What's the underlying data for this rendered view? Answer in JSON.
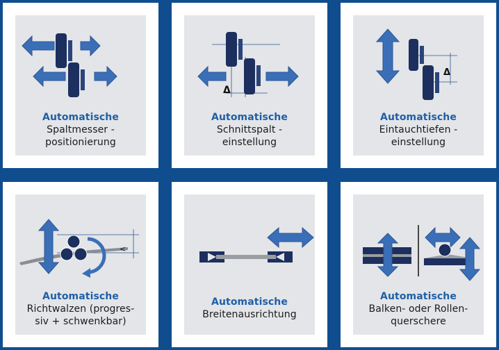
{
  "colors": {
    "background": "#0f4d8f",
    "panel": "#e3e5e8",
    "heading": "#1f5fa6",
    "arrow": "#3a6fb8",
    "roller": "#1c2f5e"
  },
  "tiles": [
    {
      "heading": "Automatische",
      "lines": [
        "Spaltmesser -",
        "positionierung"
      ]
    },
    {
      "heading": "Automatische",
      "lines": [
        "Schnittspalt -",
        "einstellung"
      ],
      "symbol": "Δ"
    },
    {
      "heading": "Automatische",
      "lines": [
        "Eintauchtiefen -",
        "einstellung"
      ],
      "symbol": "Δ"
    },
    {
      "heading": "Automatische",
      "lines": [
        "Richtwalzen (progres-",
        "siv + schwenkbar)"
      ],
      "symbol": "<"
    },
    {
      "heading": "Automatische",
      "lines": [
        "Breitenausrichtung"
      ]
    },
    {
      "heading": "Automatische",
      "lines": [
        "Balken- oder Rollen-",
        "querschere"
      ]
    }
  ]
}
